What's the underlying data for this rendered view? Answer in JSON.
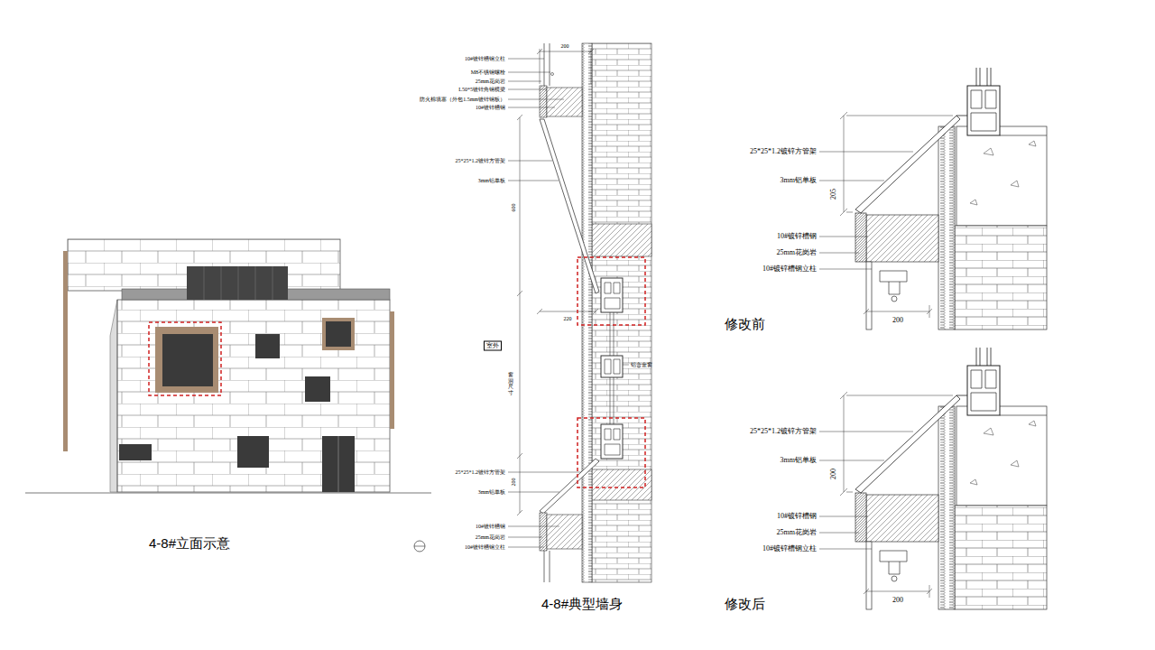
{
  "diagram": {
    "labels": [
      "4-8#立面示意",
      "10#镀锌槽钢立柱",
      "M8不锈钢螺栓",
      "25mm花岗岩",
      "L50*5镀锌角钢横梁",
      "防火棉填塞（外包1.5mm镀锌钢板）",
      "10#镀锌槽钢",
      "200",
      "25*25*1.2镀锌方管架",
      "3mm铝单板",
      "600",
      "220",
      "室外",
      "窗洞尺寸",
      "铝合金窗",
      "25*25*1.2镀锌方管架",
      "3mm铝单板",
      "200",
      "10#镀锌槽钢",
      "25mm花岗岩",
      "10#镀锌槽钢立柱",
      "4-8#典型墙身",
      "25*25*1.2镀锌方管架",
      "3mm铝单板",
      "205",
      "10#镀锌槽钢",
      "25mm花岗岩",
      "10#镀锌槽钢立柱",
      "200",
      "修改前",
      "25*25*1.2镀锌方管架",
      "3mm铝单板",
      "200",
      "10#镀锌槽钢",
      "25mm花岗岩",
      "10#镀锌槽钢立柱",
      "200",
      "修改后"
    ]
  }
}
